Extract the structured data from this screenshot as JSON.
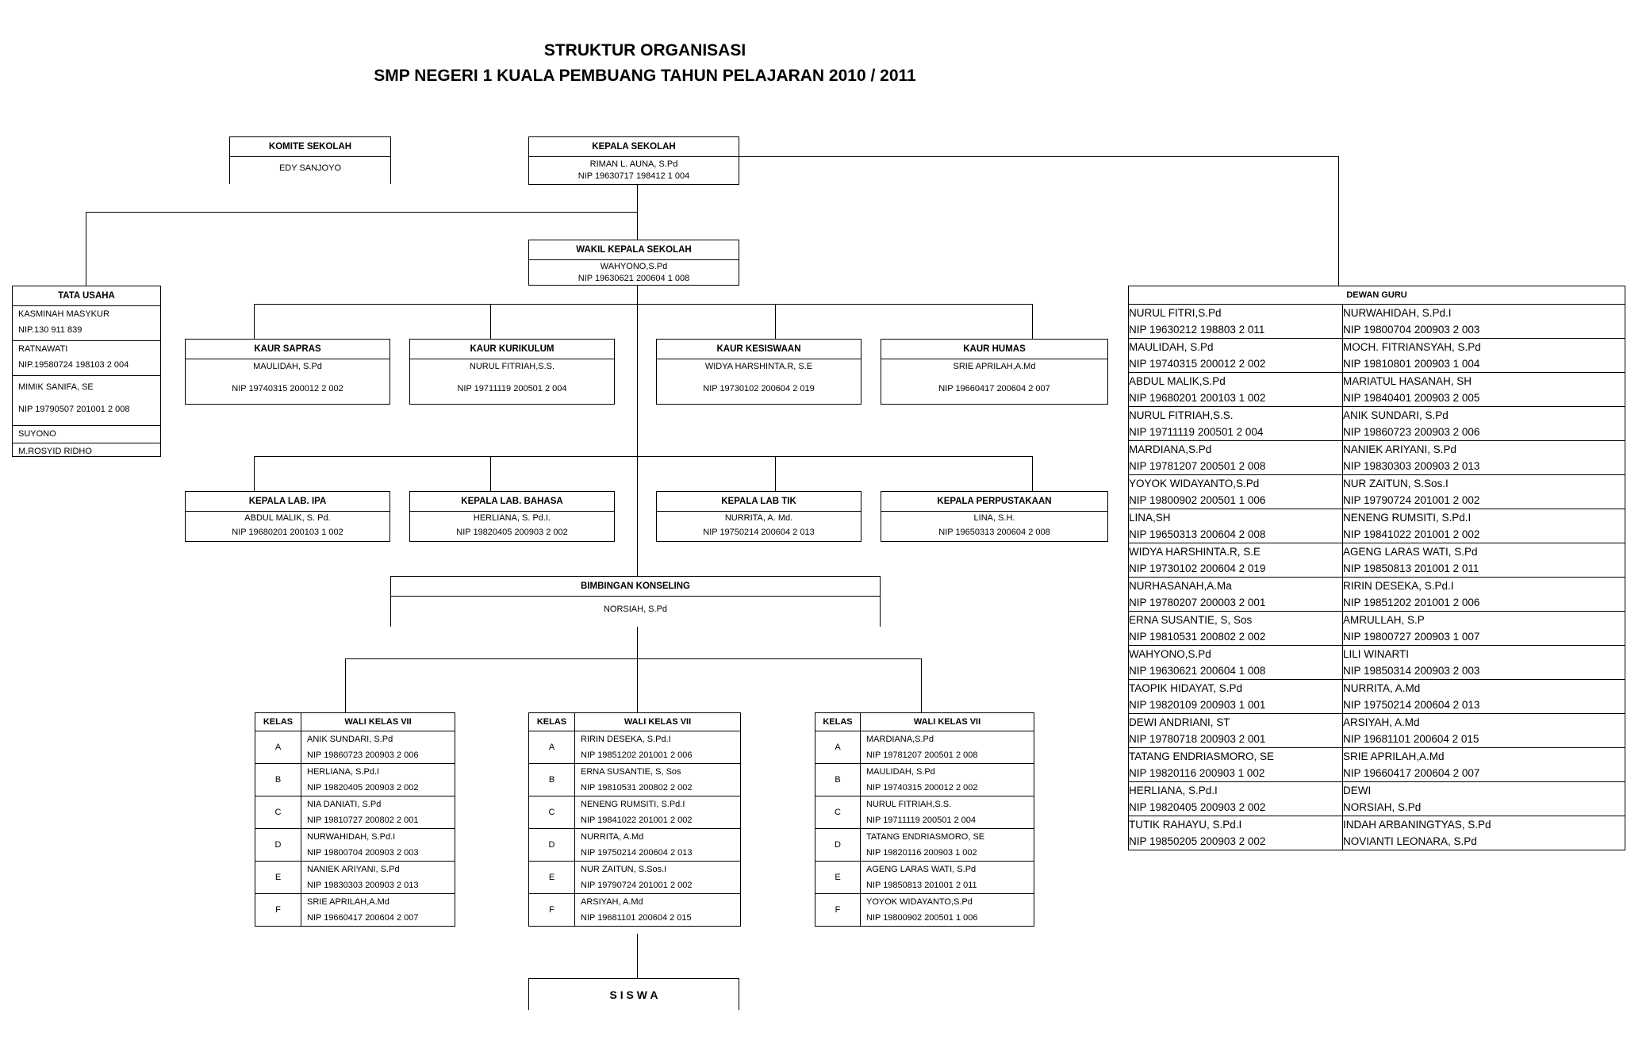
{
  "title": "STRUKTUR ORGANISASI",
  "subtitle": "SMP NEGERI 1 KUALA PEMBUANG TAHUN PELAJARAN 2010 / 2011",
  "komite": {
    "label": "KOMITE SEKOLAH",
    "name": "EDY SANJOYO"
  },
  "kepala": {
    "label": "KEPALA SEKOLAH",
    "name": "RIMAN L. AUNA, S.Pd",
    "nip": "NIP 19630717 198412 1 004"
  },
  "wakil": {
    "label": "WAKIL KEPALA SEKOLAH",
    "name": "WAHYONO,S.Pd",
    "nip": "NIP 19630621 200604 1 008"
  },
  "tata_usaha": {
    "label": "TATA USAHA",
    "entries": [
      {
        "name": "KASMINAH MASYKUR",
        "nip": "NIP.130 911 839"
      },
      {
        "name": "RATNAWATI",
        "nip": "NIP.19580724 198103 2 004"
      },
      {
        "name": "MIMIK SANIFA, SE",
        "nip": "NIP 19790507 201001 2 008"
      },
      {
        "name": "SUYONO"
      },
      {
        "name": "M.ROSYID RIDHO"
      }
    ]
  },
  "kaur": [
    {
      "label": "KAUR SAPRAS",
      "name": "MAULIDAH, S.Pd",
      "nip": "NIP 19740315 200012 2 002"
    },
    {
      "label": "KAUR KURIKULUM",
      "name": "NURUL FITRIAH,S.S.",
      "nip": "NIP 19711119 200501 2 004"
    },
    {
      "label": "KAUR KESISWAAN",
      "name": "WIDYA HARSHINTA.R, S.E",
      "nip": "NIP 19730102 200604 2 019"
    },
    {
      "label": "KAUR HUMAS",
      "name": "SRIE APRILAH,A.Md",
      "nip": "NIP 19660417 200604 2 007"
    }
  ],
  "lab": [
    {
      "label": "KEPALA LAB. IPA",
      "name": "ABDUL MALIK, S. Pd.",
      "nip": "NIP 19680201 200103 1 002"
    },
    {
      "label": "KEPALA LAB. BAHASA",
      "name": "HERLIANA, S. Pd.I.",
      "nip": "NIP  19820405 200903 2 002"
    },
    {
      "label": "KEPALA LAB TIK",
      "name": "NURRITA, A. Md.",
      "nip": "NIP 19750214 200604 2 013"
    },
    {
      "label": "KEPALA PERPUSTAKAAN",
      "name": "LINA, S.H.",
      "nip": "NIP 19650313 200604 2 008"
    }
  ],
  "bk": {
    "label": "BIMBINGAN KONSELING",
    "name": "NORSIAH, S.Pd"
  },
  "wali_tables": [
    {
      "col_kelas": "KELAS",
      "col_wali": "WALI KELAS VII",
      "rows": [
        {
          "kelas": "A",
          "name": "ANIK SUNDARI, S.Pd",
          "nip": "NIP 19860723 200903 2 006"
        },
        {
          "kelas": "B",
          "name": "HERLIANA, S.Pd.I",
          "nip": "NIP 19820405 200903 2 002"
        },
        {
          "kelas": "C",
          "name": "NIA DANIATI, S.Pd",
          "nip": "NIP 19810727 200802 2 001"
        },
        {
          "kelas": "D",
          "name": "NURWAHIDAH, S.Pd.I",
          "nip": "NIP 19800704 200903 2 003"
        },
        {
          "kelas": "E",
          "name": "NANIEK ARIYANI, S.Pd",
          "nip": "NIP 19830303 200903 2 013"
        },
        {
          "kelas": "F",
          "name": "SRIE APRILAH,A.Md",
          "nip": "NIP 19660417 200604 2 007"
        }
      ]
    },
    {
      "col_kelas": "KELAS",
      "col_wali": "WALI KELAS VII",
      "rows": [
        {
          "kelas": "A",
          "name": "RIRIN DESEKA, S.Pd.I",
          "nip": "NIP 19851202 201001 2 006"
        },
        {
          "kelas": "B",
          "name": "ERNA SUSANTIE, S, Sos",
          "nip": "NIP 19810531 200802 2 002"
        },
        {
          "kelas": "C",
          "name": "NENENG RUMSITI, S.Pd.I",
          "nip": "NIP 19841022 201001 2 002"
        },
        {
          "kelas": "D",
          "name": "NURRITA, A.Md",
          "nip": "NIP 19750214 200604 2 013"
        },
        {
          "kelas": "E",
          "name": "NUR ZAITUN, S.Sos.I",
          "nip": "NIP 19790724 201001 2 002"
        },
        {
          "kelas": "F",
          "name": "ARSIYAH, A.Md",
          "nip": "NIP 19681101 200604 2 015"
        }
      ]
    },
    {
      "col_kelas": "KELAS",
      "col_wali": "WALI KELAS VII",
      "rows": [
        {
          "kelas": "A",
          "name": "MARDIANA,S.Pd",
          "nip": "NIP 19781207 200501 2 008"
        },
        {
          "kelas": "B",
          "name": "MAULIDAH, S.Pd",
          "nip": "NIP 19740315 200012 2 002"
        },
        {
          "kelas": "C",
          "name": "NURUL FITRIAH,S.S.",
          "nip": "NIP 19711119 200501 2 004"
        },
        {
          "kelas": "D",
          "name": "TATANG ENDRIASMORO, SE",
          "nip": "NIP 19820116 200903 1 002"
        },
        {
          "kelas": "E",
          "name": "AGENG LARAS WATI, S.Pd",
          "nip": "NIP 19850813 201001 2 011"
        },
        {
          "kelas": "F",
          "name": "YOYOK WIDAYANTO,S.Pd",
          "nip": "NIP 19800902 200501 1 006"
        }
      ]
    }
  ],
  "siswa": "S I S W A",
  "dewan_guru": {
    "label": "DEWAN GURU",
    "rows": [
      [
        {
          "name": "NURUL FITRI,S.Pd",
          "nip": "NIP 19630212 198803 2 011"
        },
        {
          "name": "NURWAHIDAH, S.Pd.I",
          "nip": "NIP 19800704 200903 2 003"
        }
      ],
      [
        {
          "name": "MAULIDAH, S.Pd",
          "nip": "NIP 19740315 200012 2 002"
        },
        {
          "name": "MOCH. FITRIANSYAH, S.Pd",
          "nip": "NIP 19810801 200903 1 004"
        }
      ],
      [
        {
          "name": "ABDUL MALIK,S.Pd",
          "nip": "NIP 19680201 200103 1 002"
        },
        {
          "name": "MARIATUL HASANAH, SH",
          "nip": "NIP 19840401 200903 2 005"
        }
      ],
      [
        {
          "name": "NURUL FITRIAH,S.S.",
          "nip": "NIP 19711119 200501 2 004"
        },
        {
          "name": "ANIK SUNDARI, S.Pd",
          "nip": "NIP 19860723 200903 2 006"
        }
      ],
      [
        {
          "name": "MARDIANA,S.Pd",
          "nip": "NIP 19781207 200501 2 008"
        },
        {
          "name": "NANIEK ARIYANI, S.Pd",
          "nip": "NIP 19830303 200903 2 013"
        }
      ],
      [
        {
          "name": "YOYOK WIDAYANTO,S.Pd",
          "nip": "NIP 19800902 200501 1 006"
        },
        {
          "name": "NUR ZAITUN, S.Sos.I",
          "nip": "NIP 19790724 201001 2 002"
        }
      ],
      [
        {
          "name": "LINA,SH",
          "nip": "NIP 19650313 200604 2 008"
        },
        {
          "name": "NENENG RUMSITI, S.Pd.I",
          "nip": "NIP 19841022 201001 2 002"
        }
      ],
      [
        {
          "name": "WIDYA HARSHINTA.R, S.E",
          "nip": "NIP 19730102 200604 2 019"
        },
        {
          "name": "AGENG LARAS WATI, S.Pd",
          "nip": "NIP 19850813 201001 2 011"
        }
      ],
      [
        {
          "name": "NURHASANAH,A.Ma",
          "nip": "NIP 19780207 200003 2 001"
        },
        {
          "name": "RIRIN DESEKA, S.Pd.I",
          "nip": "NIP 19851202 201001 2 006"
        }
      ],
      [
        {
          "name": "ERNA SUSANTIE, S, Sos",
          "nip": "NIP 19810531 200802 2 002"
        },
        {
          "name": "AMRULLAH, S.P",
          "nip": "NIP 19800727 200903 1 007"
        }
      ],
      [
        {
          "name": "WAHYONO,S.Pd",
          "nip": "NIP 19630621 200604 1 008"
        },
        {
          "name": "LILI WINARTI",
          "nip": "NIP 19850314 200903 2 003"
        }
      ],
      [
        {
          "name": "TAOPIK HIDAYAT, S.Pd",
          "nip": "NIP 19820109 200903 1 001"
        },
        {
          "name": "NURRITA, A.Md",
          "nip": "NIP 19750214 200604 2 013"
        }
      ],
      [
        {
          "name": "DEWI ANDRIANI, ST",
          "nip": "NIP 19780718 200903 2 001"
        },
        {
          "name": "ARSIYAH, A.Md",
          "nip": "NIP 19681101 200604 2 015"
        }
      ],
      [
        {
          "name": "TATANG ENDRIASMORO, SE",
          "nip": "NIP 19820116 200903 1 002"
        },
        {
          "name": "SRIE APRILAH,A.Md",
          "nip": "NIP 19660417 200604 2 007"
        }
      ],
      [
        {
          "name": "HERLIANA, S.Pd.I",
          "nip": "NIP 19820405 200903 2 002"
        },
        {
          "name": "DEWI",
          "nip": "NORSIAH, S.Pd"
        }
      ],
      [
        {
          "name": "TUTIK RAHAYU, S.Pd.I",
          "nip": "NIP 19850205 200903 2 002"
        },
        {
          "name": "INDAH ARBANINGTYAS, S.Pd",
          "nip": "NOVIANTI LEONARA, S.Pd"
        }
      ]
    ]
  }
}
